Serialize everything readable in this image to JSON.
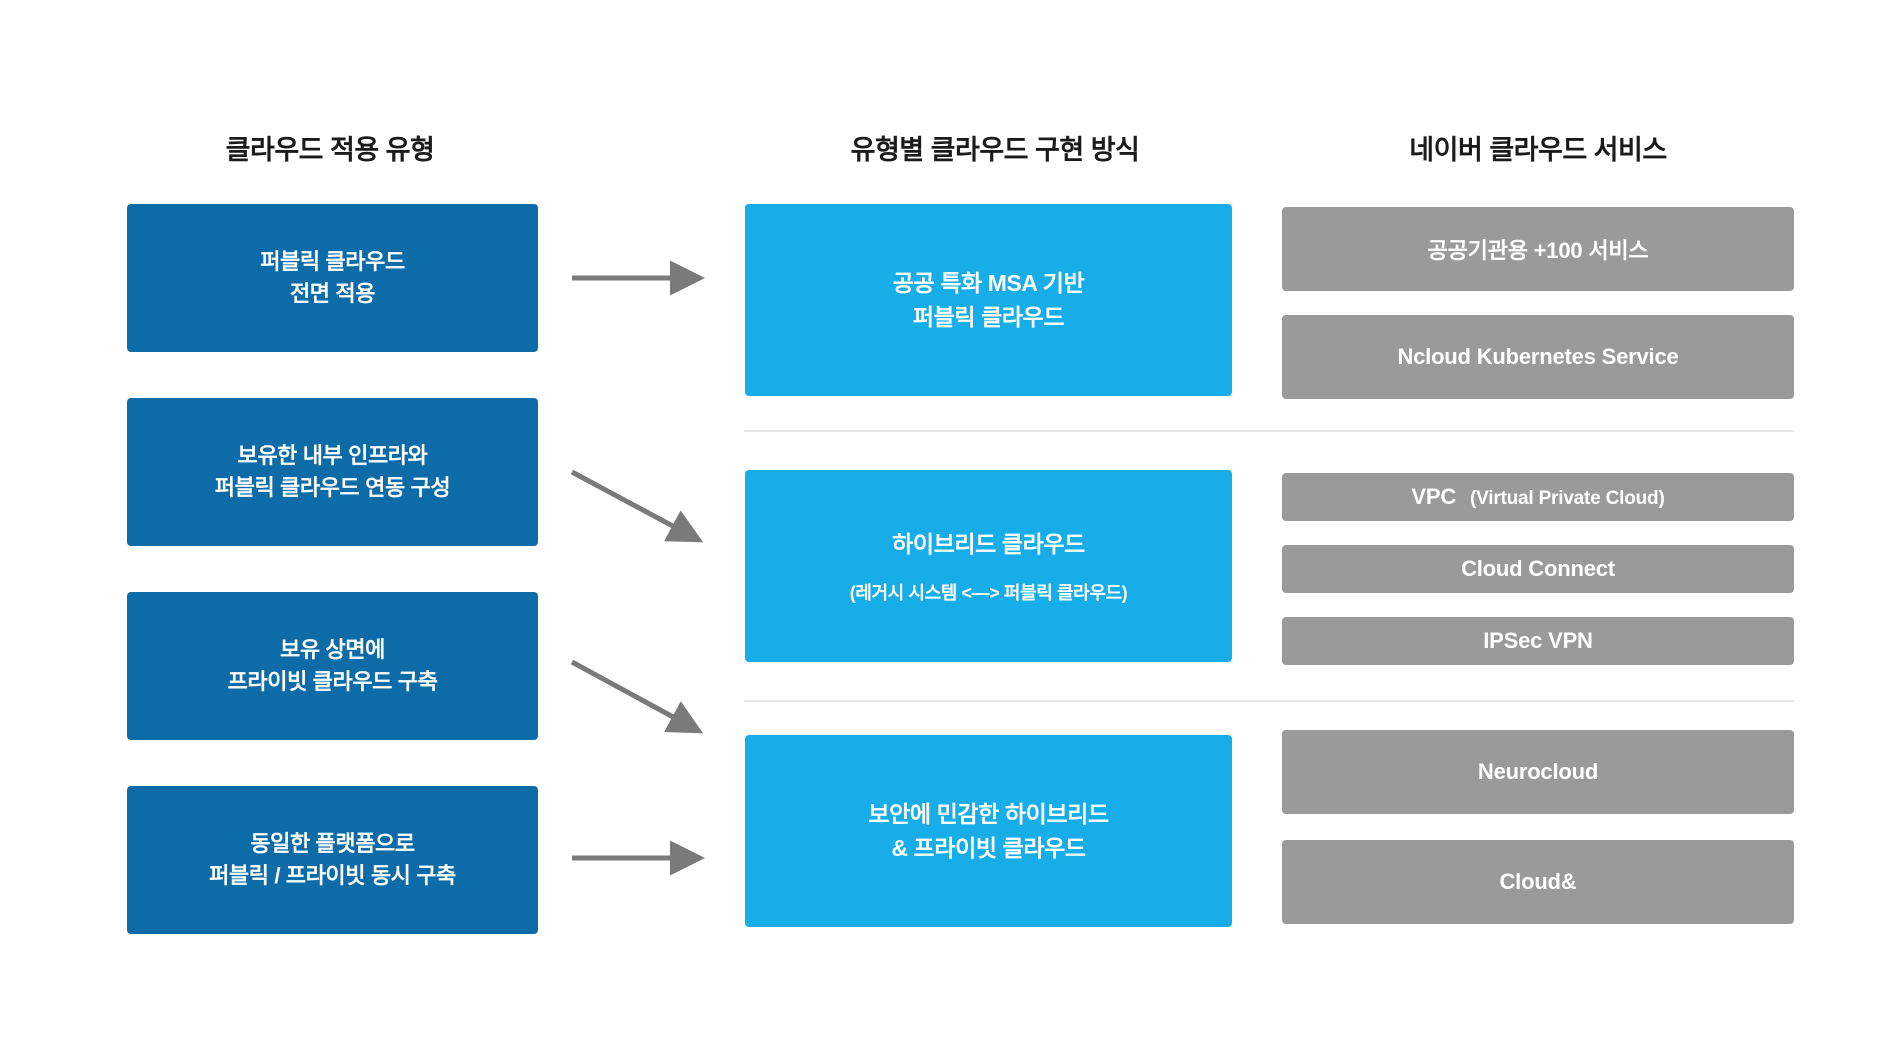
{
  "columns": {
    "types_heading": "클라우드 적용 유형",
    "method_heading": "유형별 클라우드 구현 방식",
    "service_heading": "네이버 클라우드 서비스"
  },
  "type_boxes": [
    {
      "line1": "퍼블릭 클라우드",
      "line2": "전면 적용"
    },
    {
      "line1": "보유한 내부 인프라와",
      "line2": "퍼블릭 클라우드 연동 구성"
    },
    {
      "line1": "보유 상면에",
      "line2": "프라이빗 클라우드 구축"
    },
    {
      "line1": "동일한 플랫폼으로",
      "line2": "퍼블릭 / 프라이빗 동시 구축"
    }
  ],
  "method_boxes": [
    {
      "line1": "공공 특화 MSA 기반",
      "line2": "퍼블릭 클라우드",
      "sub": ""
    },
    {
      "line1": "하이브리드 클라우드",
      "line2": "",
      "sub": "(레거시 시스템 <—> 퍼블릭 클라우드)"
    },
    {
      "line1": "보안에 민감한 하이브리드",
      "line2": "& 프라이빗 클라우드",
      "sub": ""
    }
  ],
  "service_boxes": [
    {
      "label": "공공기관용 +100 서비스",
      "paren": ""
    },
    {
      "label": "Ncloud Kubernetes Service",
      "paren": ""
    },
    {
      "label": "VPC",
      "paren": "(Virtual Private Cloud)"
    },
    {
      "label": "Cloud Connect",
      "paren": ""
    },
    {
      "label": "IPSec VPN",
      "paren": ""
    },
    {
      "label": "Neurocloud",
      "paren": ""
    },
    {
      "label": "Cloud&",
      "paren": ""
    }
  ],
  "colors": {
    "type_box": "#0d6ca8",
    "method_box": "#17ade8",
    "service_box": "#9a9a9a",
    "arrow": "#7a7a7a",
    "divider": "#e6e6e6",
    "heading_text": "#1b1b1b",
    "box_text": "#ffffff",
    "background": "#ffffff"
  }
}
